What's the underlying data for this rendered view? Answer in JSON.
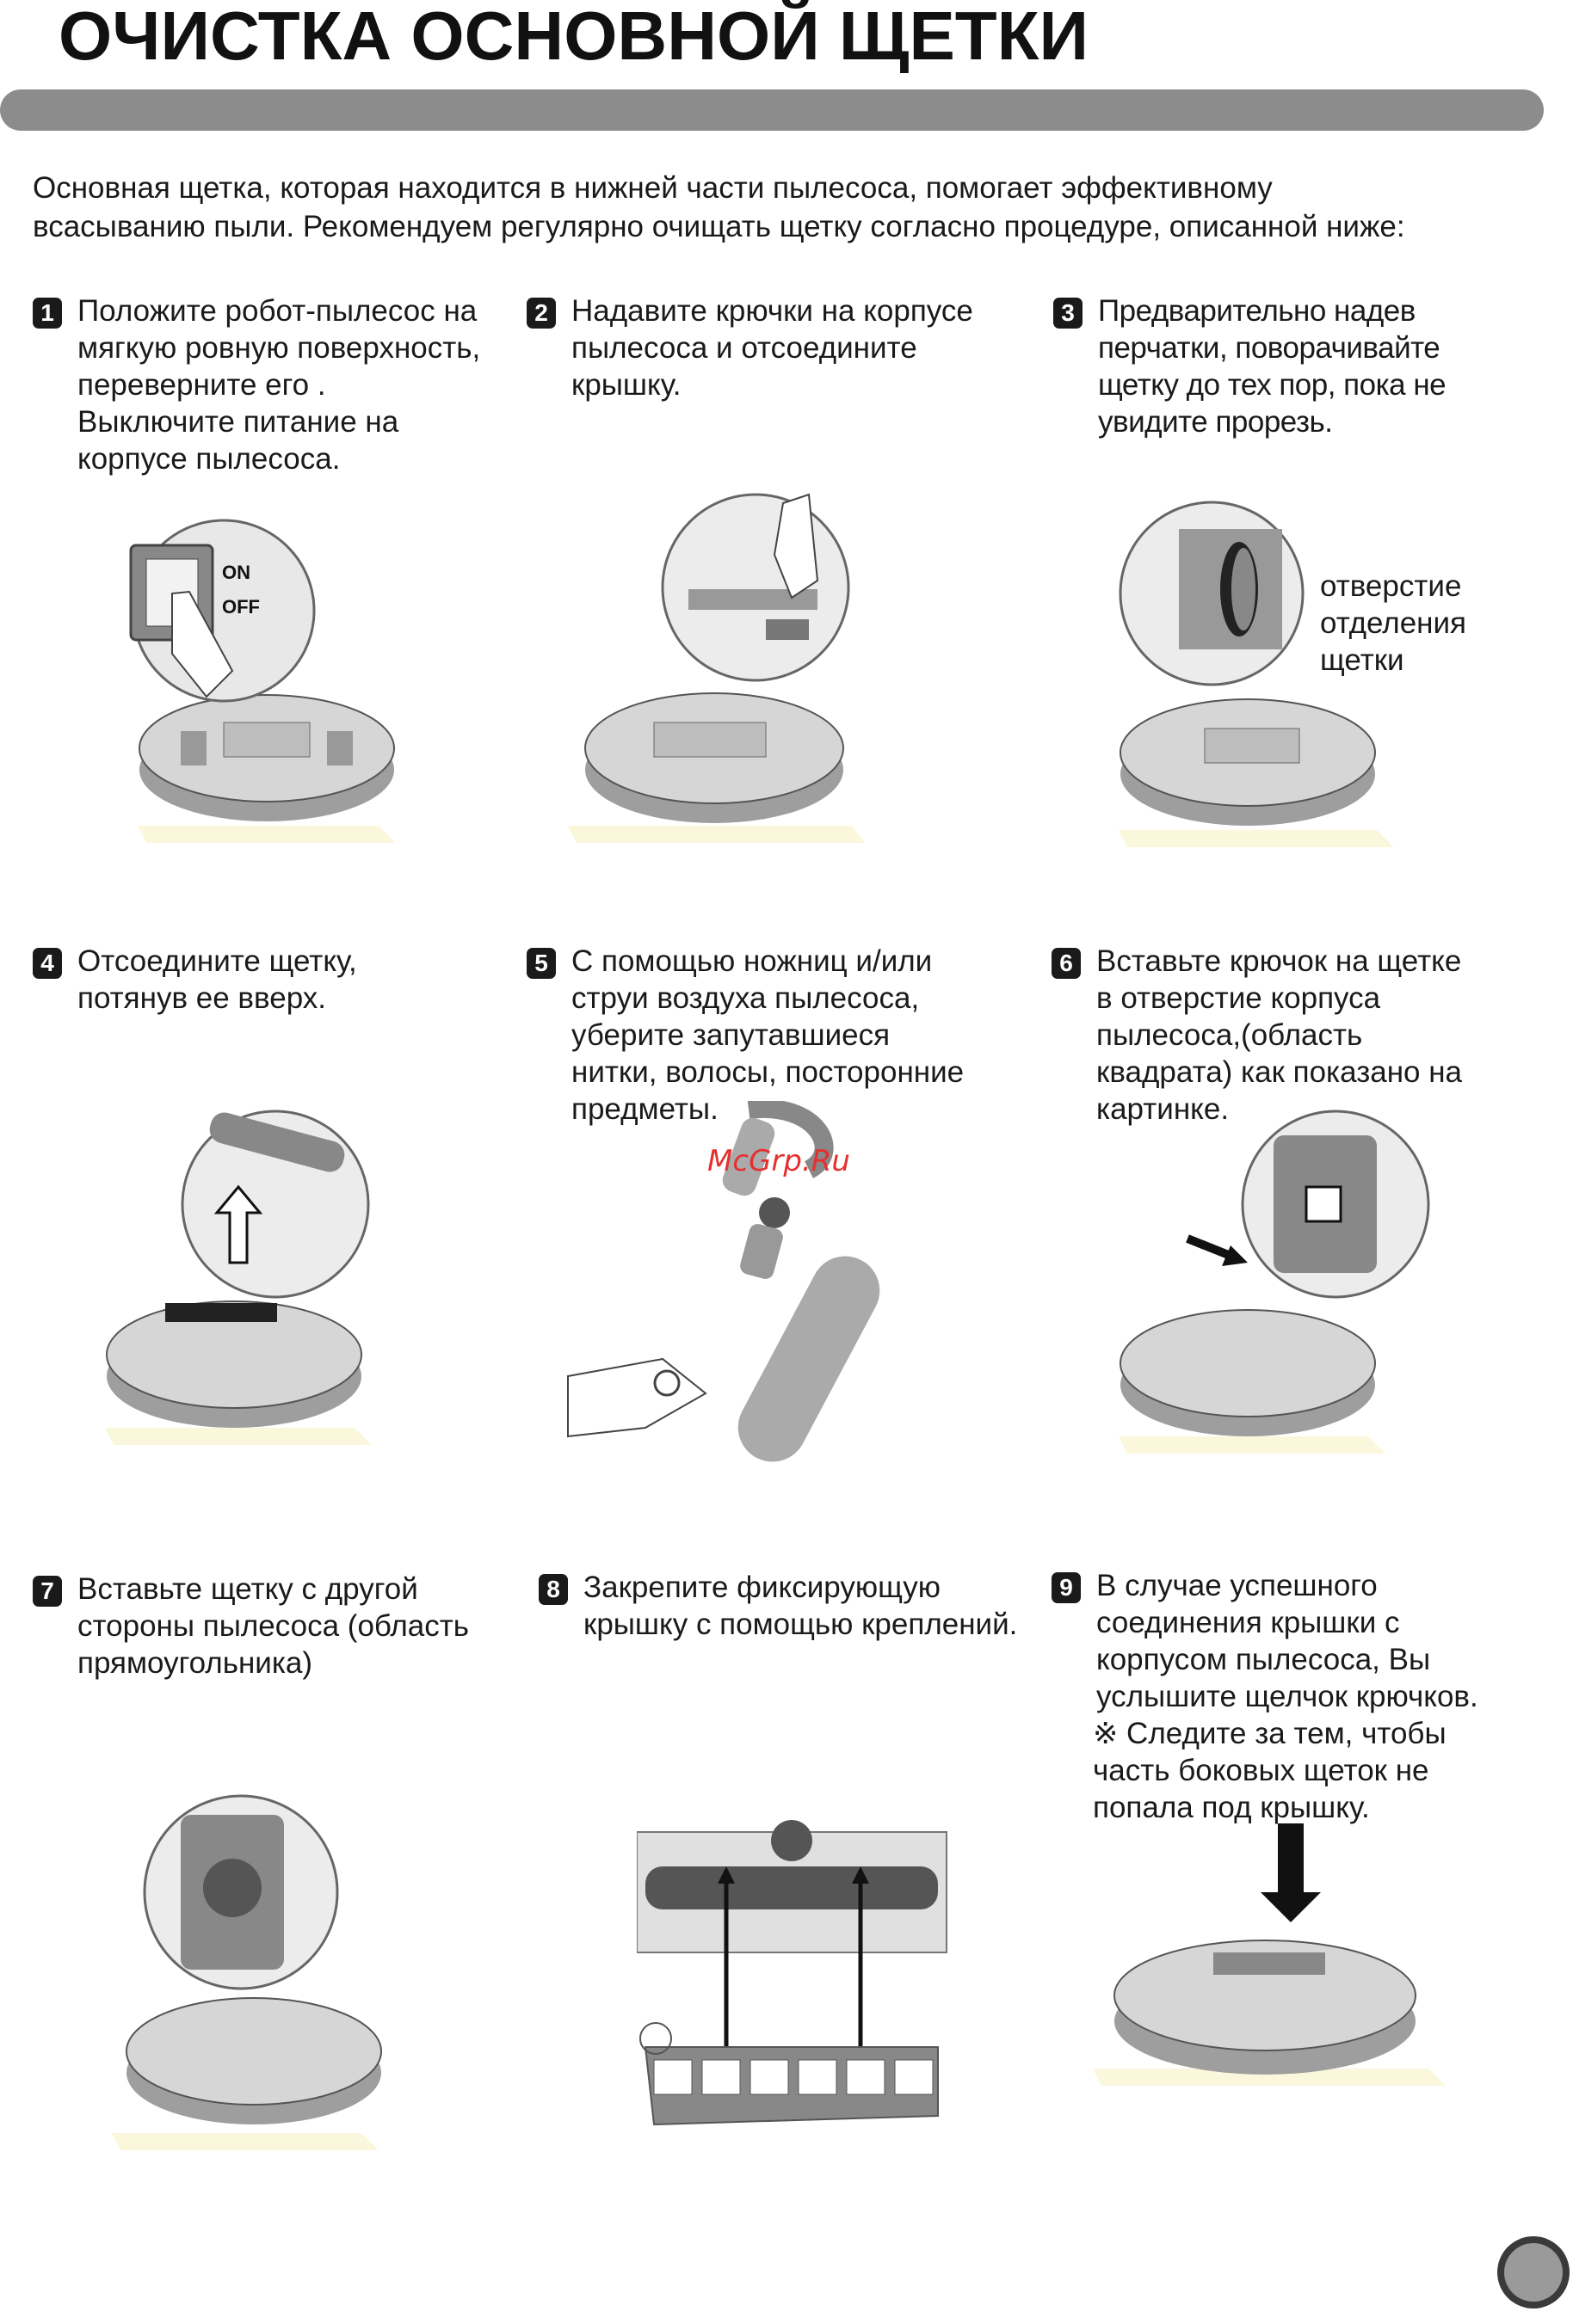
{
  "title": "ОЧИСТКА ОСНОВНОЙ ЩЕТКИ",
  "intro": [
    "Основная щетка, которая находится в нижней части пылесоса, помогает эффективному",
    "всасыванию пыли. Рекомендуем регулярно очищать щетку согласно процедуре, описанной ниже:"
  ],
  "steps": [
    {
      "num": "1",
      "text": "Положите робот-пылесос на\nмягкую ровную поверхность,\nпереверните его .\nВыключите питание на\nкорпусе пылесоса."
    },
    {
      "num": "2",
      "text": "Надавите крючки на корпусе\nпылесоса и отсоедините\nкрышку."
    },
    {
      "num": "3",
      "text": "Предварительно надев\nперчатки, поворачивайте\nщетку до тех пор, пока не\nувидите прорезь."
    },
    {
      "num": "4",
      "text": "Отсоедините щетку,\nпотянув ее вверх."
    },
    {
      "num": "5",
      "text": "С помощью ножниц и/или\nструи воздуха пылесоса,\nуберите запутавшиеся\nнитки, волосы, посторонние\nпредметы."
    },
    {
      "num": "6",
      "text": "Вставьте крючок на щетке\nв отверстие корпуса\nпылесоса,(область\nквадрата) как показано на\nкартинке."
    },
    {
      "num": "7",
      "text": "Вставьте щетку с другой\nстороны пылесоса (область\nпрямоугольника)"
    },
    {
      "num": "8",
      "text": "Закрепите фиксирующую\nкрышку с помощью креплений."
    },
    {
      "num": "9",
      "text": "В случае успешного\nсоединения крышки с\nкорпусом пылесоса, Вы\nуслышите щелчок крючков."
    }
  ],
  "step9_note": "※ Следите за тем, чтобы\n    часть боковых щеток не\n    попала под крышку.",
  "illustration_labels": {
    "switch_on": "ON",
    "switch_off": "OFF",
    "hole_label": "отверстие\nотделения\nщетки"
  },
  "watermark": "McGrp.Ru",
  "colors": {
    "title_bar": "#8c8c8c",
    "highlight": "#fbf7dc",
    "robot_body": "#d4d4d4",
    "robot_dark": "#8a8a8a"
  }
}
